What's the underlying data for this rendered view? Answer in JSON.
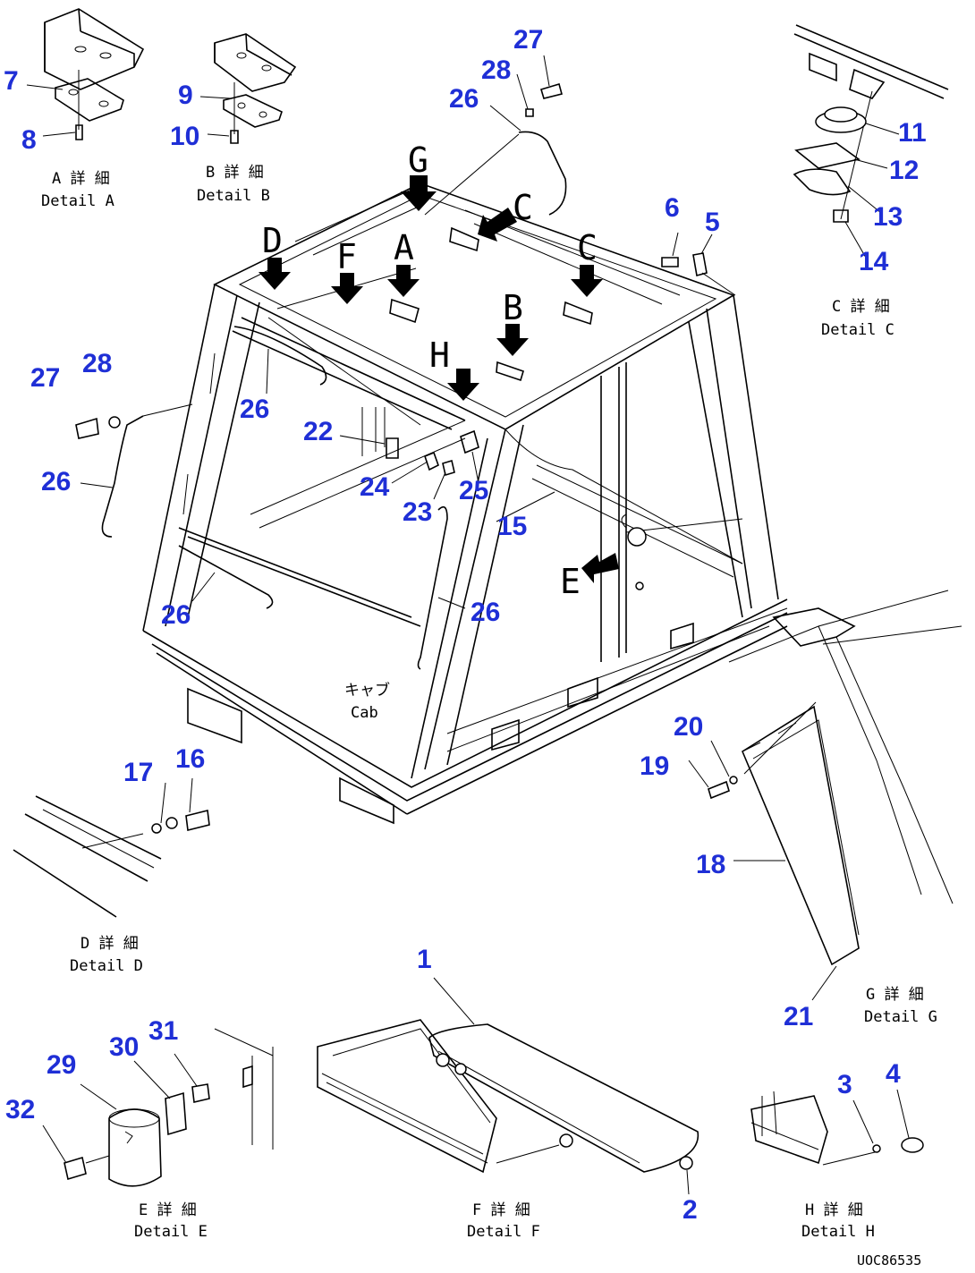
{
  "part_numbers": {
    "p1": "1",
    "p2": "2",
    "p3": "3",
    "p4": "4",
    "p5": "5",
    "p6": "6",
    "p7": "7",
    "p8": "8",
    "p9": "9",
    "p10": "10",
    "p11": "11",
    "p12": "12",
    "p13": "13",
    "p14": "14",
    "p15": "15",
    "p16": "16",
    "p17": "17",
    "p18": "18",
    "p19": "19",
    "p20": "20",
    "p21": "21",
    "p22": "22",
    "p23": "23",
    "p24": "24",
    "p25": "25",
    "p26": "26",
    "p27": "27",
    "p28": "28",
    "p29": "29",
    "p30": "30",
    "p31": "31",
    "p32": "32"
  },
  "view_letters": {
    "A": "A",
    "B": "B",
    "C": "C",
    "D": "D",
    "E": "E",
    "F": "F",
    "G": "G",
    "H": "H"
  },
  "captions": {
    "detail_a_jp": "A 詳 細",
    "detail_a": "Detail A",
    "detail_b_jp": "B 詳 細",
    "detail_b": "Detail B",
    "detail_c_jp": "C 詳 細",
    "detail_c": "Detail C",
    "detail_d_jp": "D 詳 細",
    "detail_d": "Detail D",
    "detail_e_jp": "E 詳 細",
    "detail_e": "Detail E",
    "detail_f_jp": "F 詳 細",
    "detail_f": "Detail F",
    "detail_g_jp": "G 詳 細",
    "detail_g": "Detail G",
    "detail_h_jp": "H 詳 細",
    "detail_h": "Detail H",
    "cab_jp": "キャブ",
    "cab": "Cab"
  },
  "drawing_number": "UOC86535"
}
